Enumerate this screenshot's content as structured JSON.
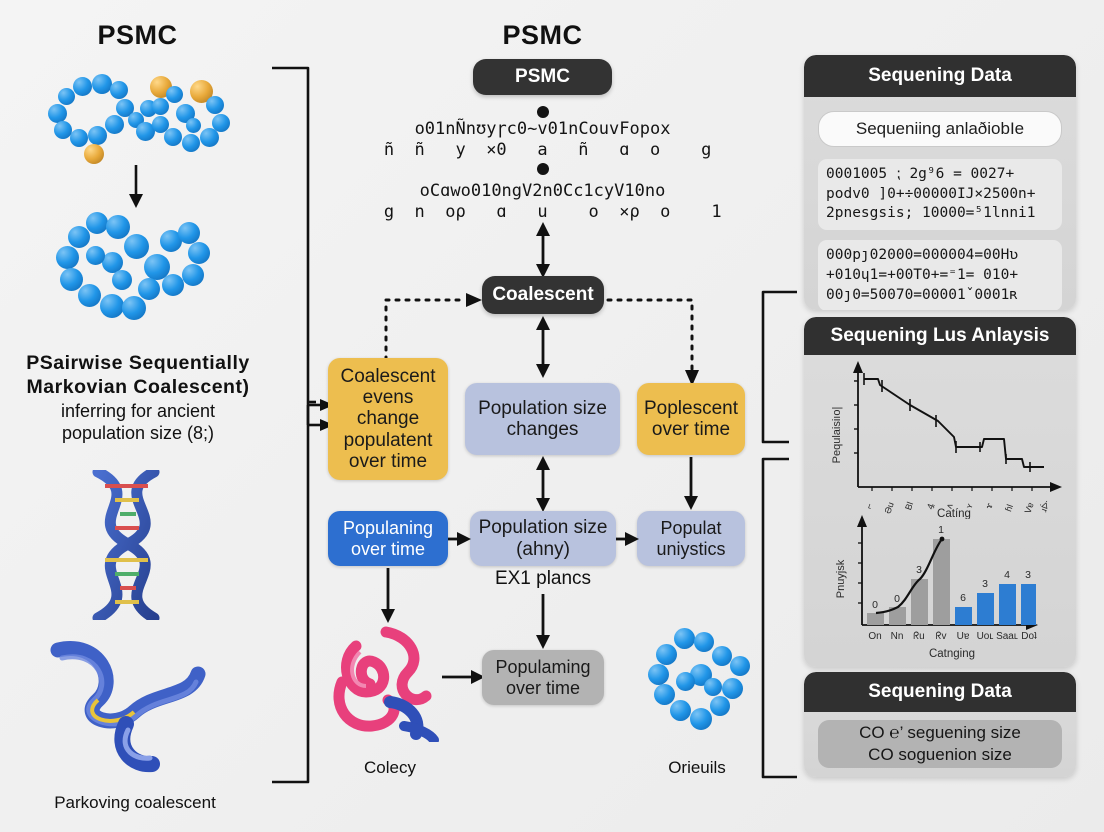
{
  "left": {
    "title": "PSMC",
    "caption_line1": "PSairwise Sequentially",
    "caption_line2": "Markovian Coalescent)",
    "caption_line3": "inferring for ancient",
    "caption_line4": "population size (8;)",
    "bottom_label": "Parkoving coalescent"
  },
  "center": {
    "title": "PSMC",
    "pill_label": "PSMC",
    "garbled_line1": "o01nÑnʊyɼc0~v01nCouvFopox",
    "garbled_line2": " ñ  ñ   y  ×0   a   ñ   ɑ  o    g",
    "garbled_line3": "oCɑwo010ngV2n0Cc1cyV10no",
    "garbled_line4": "  g  n  oρ   ɑ   u    o  ×ρ  o    1",
    "coalescent_pill": "Coalescent",
    "box_coalescent_events": "Coalescent evens change populatent over time",
    "box_population_size_changes": "Population size changes",
    "box_poplescent": "Poplescent over time",
    "box_populaning": "Populaning over time",
    "box_population_size_ahny": "Population size (ahny)",
    "box_populat_uniystics": "Populat uniystics",
    "caption_ex1": "EX1 plancs",
    "box_populaming": "Populaming over time",
    "label_colecy": "Colecy",
    "label_orieuils": "Orieuils"
  },
  "right": {
    "panel1": {
      "header": "Sequening Data",
      "chip": "Sequeniing anlaðiobIe",
      "code1": "0001005 ⁏ 2g⁹6 = 0027+\npodv0 ]0+÷00000IJ×2500n+\n2pnesgsis; 10000=⁵1lnni1",
      "code2": "000pȷ02000=000004=00Hʋ\n+010ɥ1=+00T0+=⁼1= 010+\n00ȷ0=50070=00001ˇ0001ʀ"
    },
    "panel2": {
      "header": "Sequening Lus Anlaysis",
      "chart_labels": {
        "line_ylabel": "Pequlaisiıo|",
        "line_xlabel": "Catíng",
        "bar_ylabel": "Pnuyjsk",
        "bar_xlabel": "Catnging"
      }
    },
    "panel3": {
      "header": "Sequening Data",
      "line1": "CO ℮’ seguening size",
      "line2": "CO soguenion size"
    }
  },
  "chart_data": [
    {
      "type": "line",
      "title": "",
      "xlabel": "Catíng",
      "ylabel": "Pequlaisiıo|",
      "categories": [
        "⌐",
        "Ƀu",
        "Bl",
        "ʞ⸍",
        "ʌ⸍",
        "ʌ⸍",
        "ᴀ⸍",
        "ʜl⸍",
        "Vɐ",
        "ɹⵑ"
      ],
      "values": [
        9.3,
        8.5,
        7.4,
        6.6,
        5.2,
        5.1,
        4.3,
        4.2,
        2.6,
        2.5
      ],
      "ylim": [
        0,
        10
      ],
      "grid": false,
      "step": true
    },
    {
      "type": "bar",
      "title": "",
      "xlabel": "Catnging",
      "ylabel": "Pnuyjsk",
      "categories": [
        "On",
        "Nn",
        "ᒋu",
        "ᒋv",
        "Uɐ",
        "Uoʜ",
        "Saaʜ",
        "Doʇ"
      ],
      "values": [
        1.1,
        1.6,
        4.0,
        7.5,
        1.5,
        3.3,
        4.2,
        4.1
      ],
      "value_labels": [
        "0",
        "0",
        "3",
        "1",
        "6",
        "3",
        "4",
        "3"
      ],
      "colors": [
        "#9e9e9e",
        "#9e9e9e",
        "#9e9e9e",
        "#9e9e9e",
        "#2d7dd2",
        "#2d7dd2",
        "#2d7dd2",
        "#2d7dd2"
      ],
      "overlay_line": [
        1.1,
        1.6,
        4.0,
        7.5
      ],
      "ylim": [
        0,
        9
      ],
      "grid": false
    }
  ],
  "colors": {
    "amber": "#edbe4f",
    "lavender": "#b8c2de",
    "blue": "#2d6fd0",
    "gray": "#b3b3b3",
    "dark": "#333333",
    "bar_blue": "#2d7dd2",
    "bar_gray": "#9e9e9e"
  }
}
